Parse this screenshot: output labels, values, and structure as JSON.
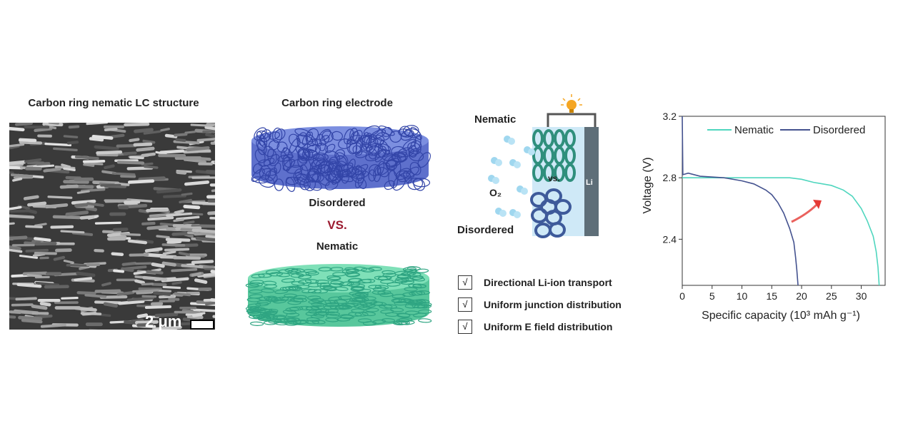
{
  "panel1": {
    "title": "Carbon ring nematic LC structure",
    "scale_bar": "2 μm"
  },
  "panel2": {
    "title": "Carbon ring electrode",
    "top_label": "Disordered",
    "vs": "VS.",
    "bottom_label": "Nematic"
  },
  "panel3": {
    "nematic": "Nematic",
    "vs": "vs.",
    "o2": "O₂",
    "li": "Li",
    "disordered": "Disordered",
    "features": [
      {
        "check": "√",
        "text": "Directional Li-ion transport"
      },
      {
        "check": "√",
        "text": "Uniform junction distribution"
      },
      {
        "check": "√",
        "text": "Uniform E field distribution"
      }
    ]
  },
  "colors": {
    "nematic": "#4fd6be",
    "disordered": "#44528f",
    "vs": "#9b1b30",
    "arrow": "#e53935"
  },
  "chart_data": {
    "type": "line",
    "title": "",
    "xlabel": "Specific capacity (10³ mAh g⁻¹)",
    "ylabel": "Voltage (V)",
    "xlim": [
      0,
      34
    ],
    "ylim": [
      2.1,
      3.2
    ],
    "xticks": [
      0,
      5,
      10,
      15,
      20,
      25,
      30
    ],
    "yticks": [
      2.4,
      2.8,
      3.2
    ],
    "legend": "top-right",
    "series": [
      {
        "name": "Nematic",
        "color": "#4fd6be",
        "x": [
          0,
          5,
          10,
          15,
          18,
          20,
          22,
          25,
          27,
          28.5,
          30,
          31,
          32,
          32.5,
          32.8,
          33
        ],
        "y": [
          2.8,
          2.8,
          2.8,
          2.8,
          2.8,
          2.79,
          2.77,
          2.75,
          2.72,
          2.68,
          2.6,
          2.52,
          2.42,
          2.32,
          2.22,
          2.1
        ]
      },
      {
        "name": "Disordered",
        "color": "#44528f",
        "x": [
          0,
          0.1,
          1,
          3,
          7,
          10,
          12,
          14,
          15,
          16,
          17,
          18,
          18.7,
          19,
          19.2,
          19.4
        ],
        "y": [
          3.2,
          2.82,
          2.83,
          2.81,
          2.8,
          2.78,
          2.76,
          2.72,
          2.69,
          2.64,
          2.57,
          2.47,
          2.38,
          2.28,
          2.2,
          2.1
        ]
      }
    ]
  }
}
